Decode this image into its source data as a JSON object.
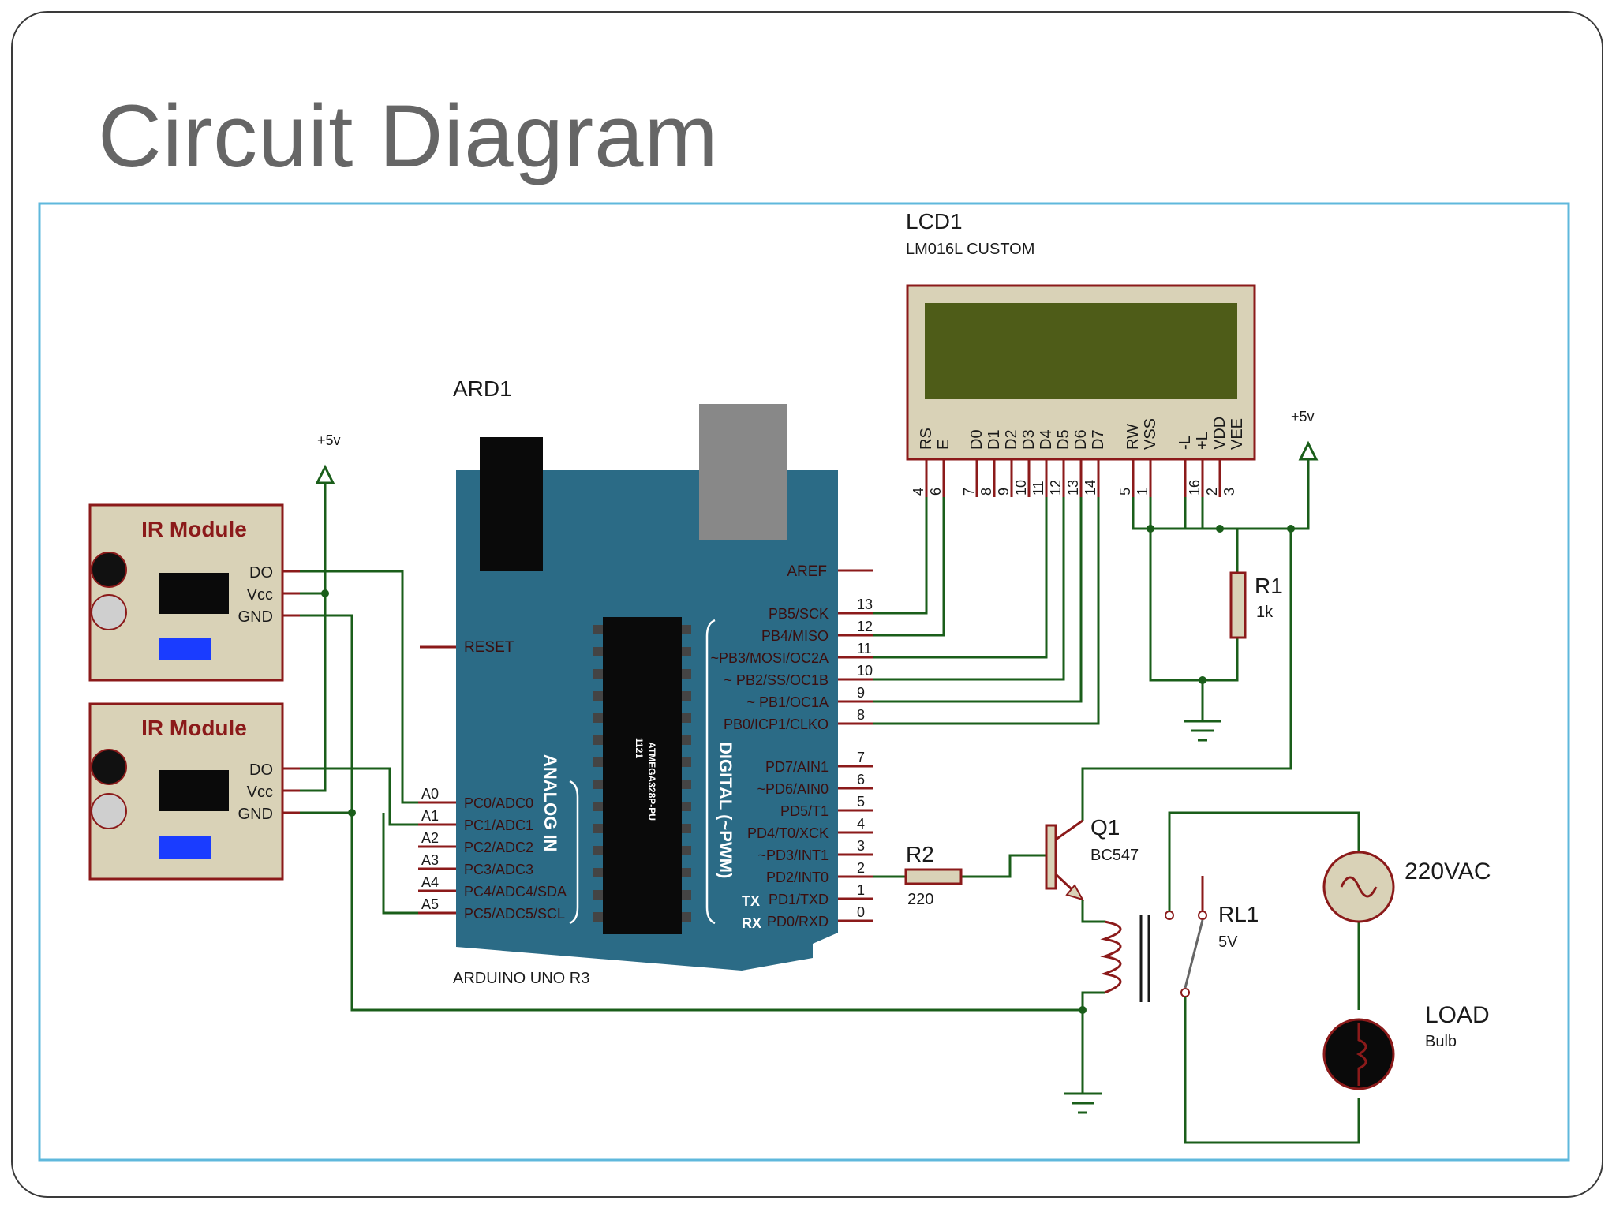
{
  "slide": {
    "title": "Circuit Diagram"
  },
  "lcd": {
    "ref": "LCD1",
    "model": "LM016L CUSTOM",
    "pins": [
      "RS",
      "E",
      "D0",
      "D1",
      "D2",
      "D3",
      "D4",
      "D5",
      "D6",
      "D7",
      "RW",
      "VSS",
      "-L",
      "+L",
      "VDD",
      "VEE"
    ],
    "pin_numbers": [
      "4",
      "6",
      "7",
      "8",
      "9",
      "10",
      "11",
      "12",
      "13",
      "14",
      "5",
      "1",
      "16",
      "2",
      "3"
    ]
  },
  "arduino": {
    "ref": "ARD1",
    "board": "ARDUINO UNO R3",
    "chip_top": "1121",
    "chip_name": "ATMEGA328P-PU",
    "analog_label": "ANALOG IN",
    "digital_label": "DIGITAL (~PWM)",
    "aref": "AREF",
    "reset": "RESET",
    "tx": "TX",
    "rx": "RX",
    "right_pins": [
      "PB5/SCK",
      "PB4/MISO",
      "~PB3/MOSI/OC2A",
      "~ PB2/SS/OC1B",
      "~ PB1/OC1A",
      "PB0/ICP1/CLKO",
      "PD7/AIN1",
      "~PD6/AIN0",
      "PD5/T1",
      "PD4/T0/XCK",
      "~PD3/INT1",
      "PD2/INT0",
      "PD1/TXD",
      "PD0/RXD"
    ],
    "right_nums": [
      "13",
      "12",
      "11",
      "10",
      "9",
      "8",
      "7",
      "6",
      "5",
      "4",
      "3",
      "2",
      "1",
      "0"
    ],
    "left_pins": [
      "PC0/ADC0",
      "PC1/ADC1",
      "PC2/ADC2",
      "PC3/ADC3",
      "PC4/ADC4/SDA",
      "PC5/ADC5/SCL"
    ],
    "left_nums": [
      "A0",
      "A1",
      "A2",
      "A3",
      "A4",
      "A5"
    ]
  },
  "ir_modules": [
    {
      "title": "IR Module",
      "pins": [
        "DO",
        "Vcc",
        "GND"
      ]
    },
    {
      "title": "IR Module",
      "pins": [
        "DO",
        "Vcc",
        "GND"
      ]
    }
  ],
  "power": {
    "plus5_left": "+5v",
    "plus5_right": "+5v"
  },
  "r1": {
    "ref": "R1",
    "value": "1k"
  },
  "r2": {
    "ref": "R2",
    "value": "220"
  },
  "q1": {
    "ref": "Q1",
    "model": "BC547"
  },
  "relay": {
    "ref": "RL1",
    "value": "5V"
  },
  "ac": {
    "label": "220VAC"
  },
  "load": {
    "label": "LOAD",
    "value": "Bulb"
  },
  "colors": {
    "wire": "#1a5e1a",
    "pin": "#8b1a1a",
    "board": "#2b6b86",
    "lcd_screen": "#4e5c18",
    "module_fill": "#d9d2b7"
  }
}
